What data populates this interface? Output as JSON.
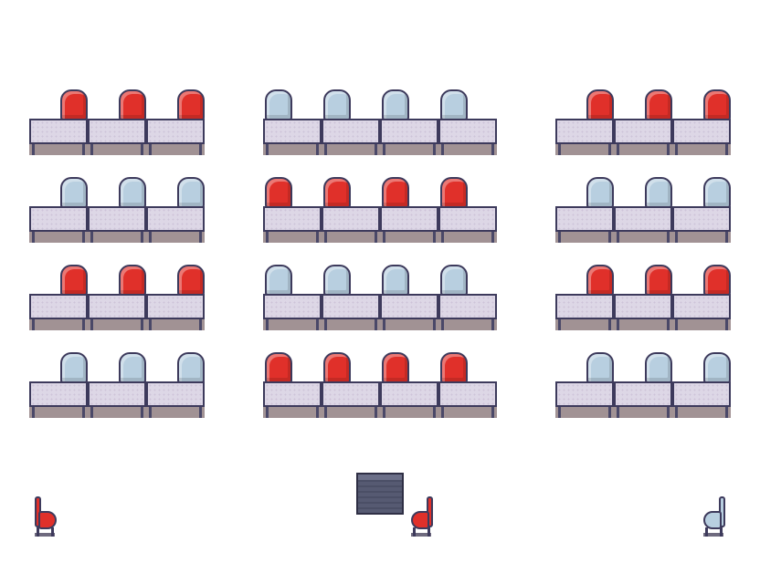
{
  "scene": {
    "colors": {
      "red_seat": "#e0302a",
      "blue_seat": "#b8cfe0",
      "desk_top": "#ddd7e6",
      "outline": "#3d3a5c",
      "floor_shadow": "#a19294"
    },
    "desk_rows": [
      {
        "block": "left",
        "row": 1,
        "desks": 3,
        "seat_color": "red"
      },
      {
        "block": "center",
        "row": 1,
        "desks": 4,
        "seat_color": "blue"
      },
      {
        "block": "right",
        "row": 1,
        "desks": 3,
        "seat_color": "red"
      },
      {
        "block": "left",
        "row": 2,
        "desks": 3,
        "seat_color": "blue"
      },
      {
        "block": "center",
        "row": 2,
        "desks": 4,
        "seat_color": "red"
      },
      {
        "block": "right",
        "row": 2,
        "desks": 3,
        "seat_color": "blue"
      },
      {
        "block": "left",
        "row": 3,
        "desks": 3,
        "seat_color": "red"
      },
      {
        "block": "center",
        "row": 3,
        "desks": 4,
        "seat_color": "blue"
      },
      {
        "block": "right",
        "row": 3,
        "desks": 3,
        "seat_color": "red"
      },
      {
        "block": "left",
        "row": 4,
        "desks": 3,
        "seat_color": "blue"
      },
      {
        "block": "center",
        "row": 4,
        "desks": 4,
        "seat_color": "red"
      },
      {
        "block": "right",
        "row": 4,
        "desks": 3,
        "seat_color": "blue"
      }
    ],
    "loose_chairs": [
      {
        "name": "front-left-chair",
        "color": "red",
        "facing": "right"
      },
      {
        "name": "teacher-chair",
        "color": "red",
        "facing": "left"
      },
      {
        "name": "front-right-chair",
        "color": "blue",
        "facing": "left"
      }
    ],
    "teacher_desk": {
      "present": true
    }
  }
}
